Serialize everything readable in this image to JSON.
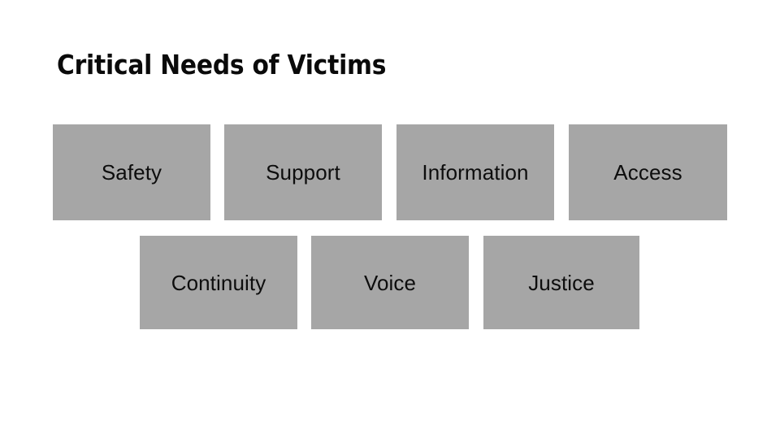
{
  "slide": {
    "title": "Critical Needs of Victims",
    "background_color": "#FFFFFF",
    "box_fill_color": "#A6A6A6",
    "text_color": "#0D0D0D"
  },
  "needs": {
    "row1": [
      {
        "label": "Safety"
      },
      {
        "label": "Support"
      },
      {
        "label": "Information"
      },
      {
        "label": "Access"
      }
    ],
    "row2": [
      {
        "label": "Continuity"
      },
      {
        "label": "Voice"
      },
      {
        "label": "Justice"
      }
    ]
  }
}
